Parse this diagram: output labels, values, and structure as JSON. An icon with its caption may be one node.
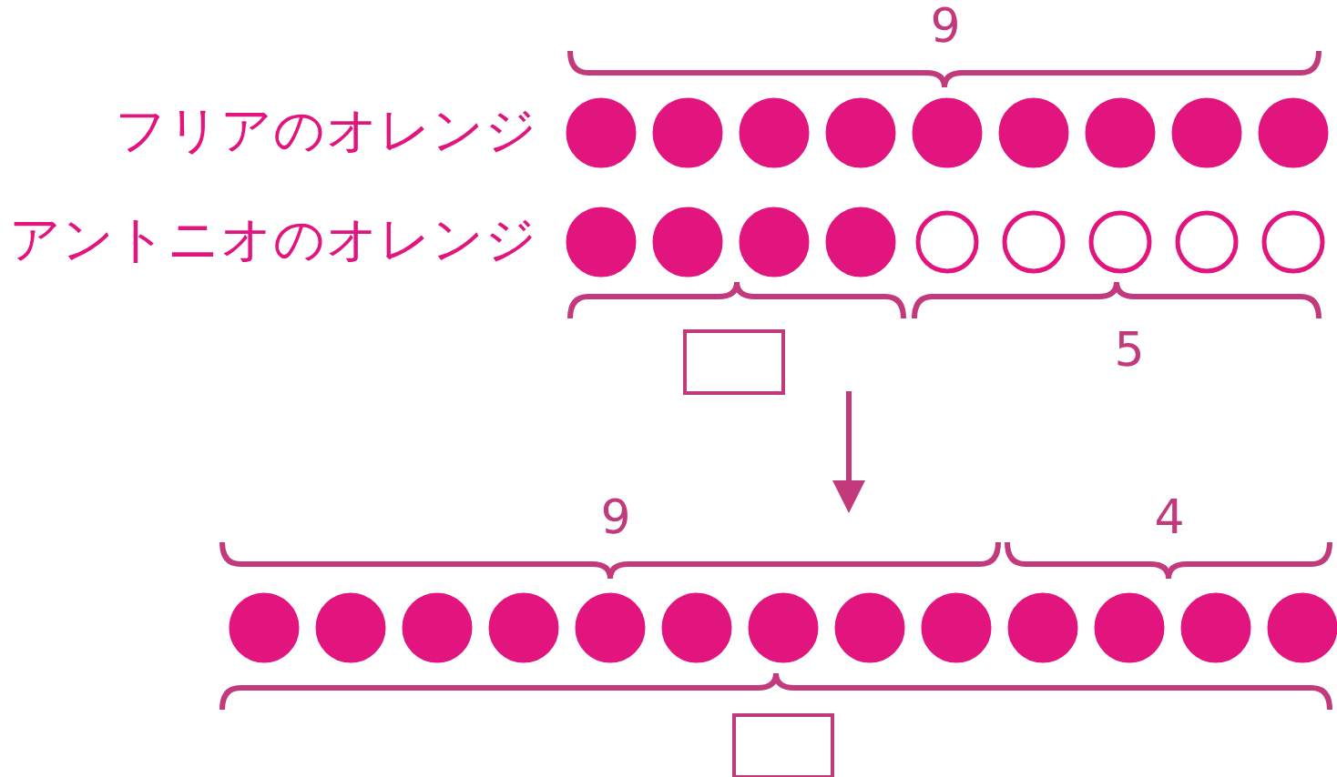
{
  "diagram": {
    "labels": [
      "9",
      "フリアのオレンジ",
      "アントニオのオレンジ",
      "5",
      "9",
      "4"
    ]
  }
}
